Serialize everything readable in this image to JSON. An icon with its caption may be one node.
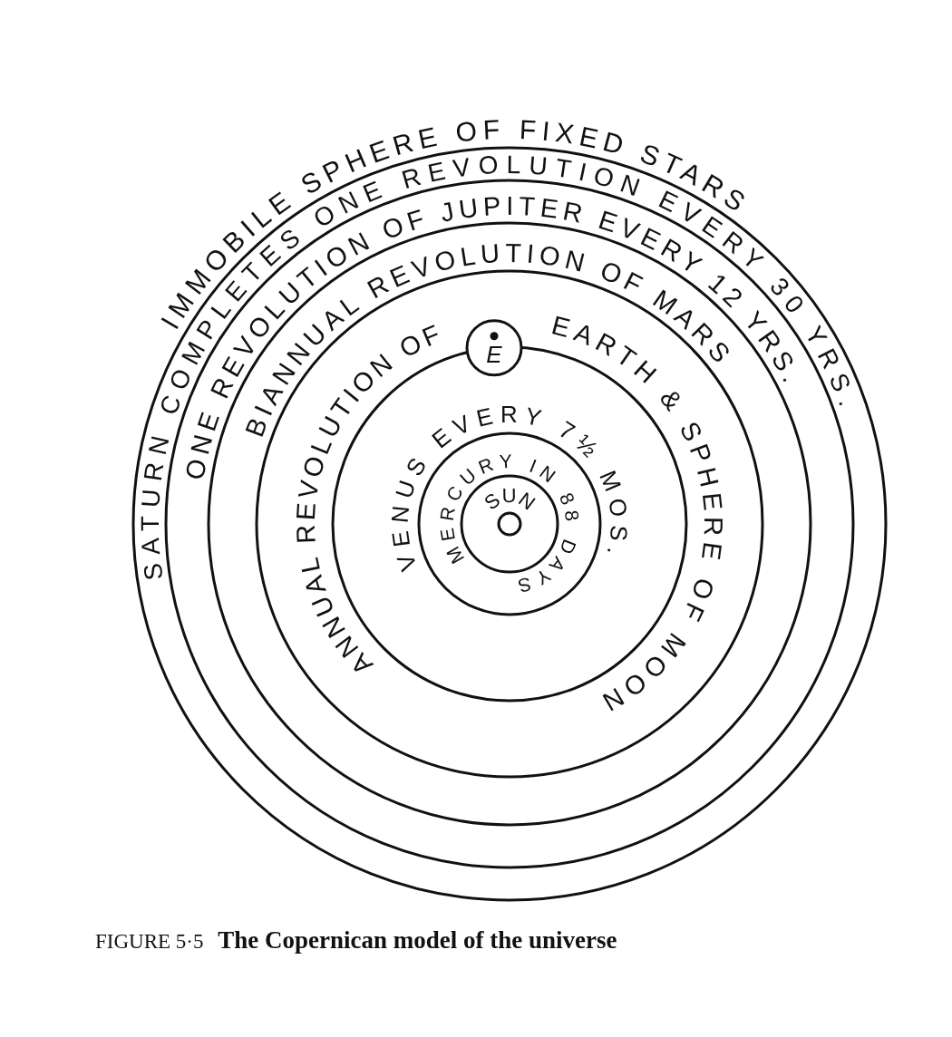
{
  "diagram": {
    "caption": "FIGURE 5·5 **The Copernican model of the universe**",
    "nodes": [
      {
        "text": [],
        "shape": "circle"
      },
      {
        "text": [],
        "shape": "circle",
        "in": 0
      },
      {
        "text": [],
        "shape": "circle",
        "in": 1
      },
      {
        "text": [],
        "shape": "circle",
        "in": 2
      },
      {
        "text": [
          "E"
        ],
        "in": 3
      },
      {
        "text": [],
        "shape": "circle",
        "in": 3
      },
      {
        "text": [],
        "shape": "circle",
        "in": 5
      },
      {
        "text": [],
        "shape": "circle",
        "in": 6
      },
      {
        "text": [],
        "shape": "circle",
        "in": 7
      }
    ],
    "labels": [
      "IMMOBILE SPHERE OF FIXED STARS",
      "SATURN COMPLETES ONE REVOLUTION EVERY 30 YRS.",
      "ONE REVOLUTION OF JUPITER EVERY 12 YRS.",
      "BIANNUAL REVOLUTION OF MARS",
      "ANNUAL REVOLUTION OF",
      "EARTH & SPHERE OF MOON",
      "VENUS EVERY 7½ MOS.",
      "MERCURY IN 88 DAYS",
      "SUN"
    ]
  }
}
